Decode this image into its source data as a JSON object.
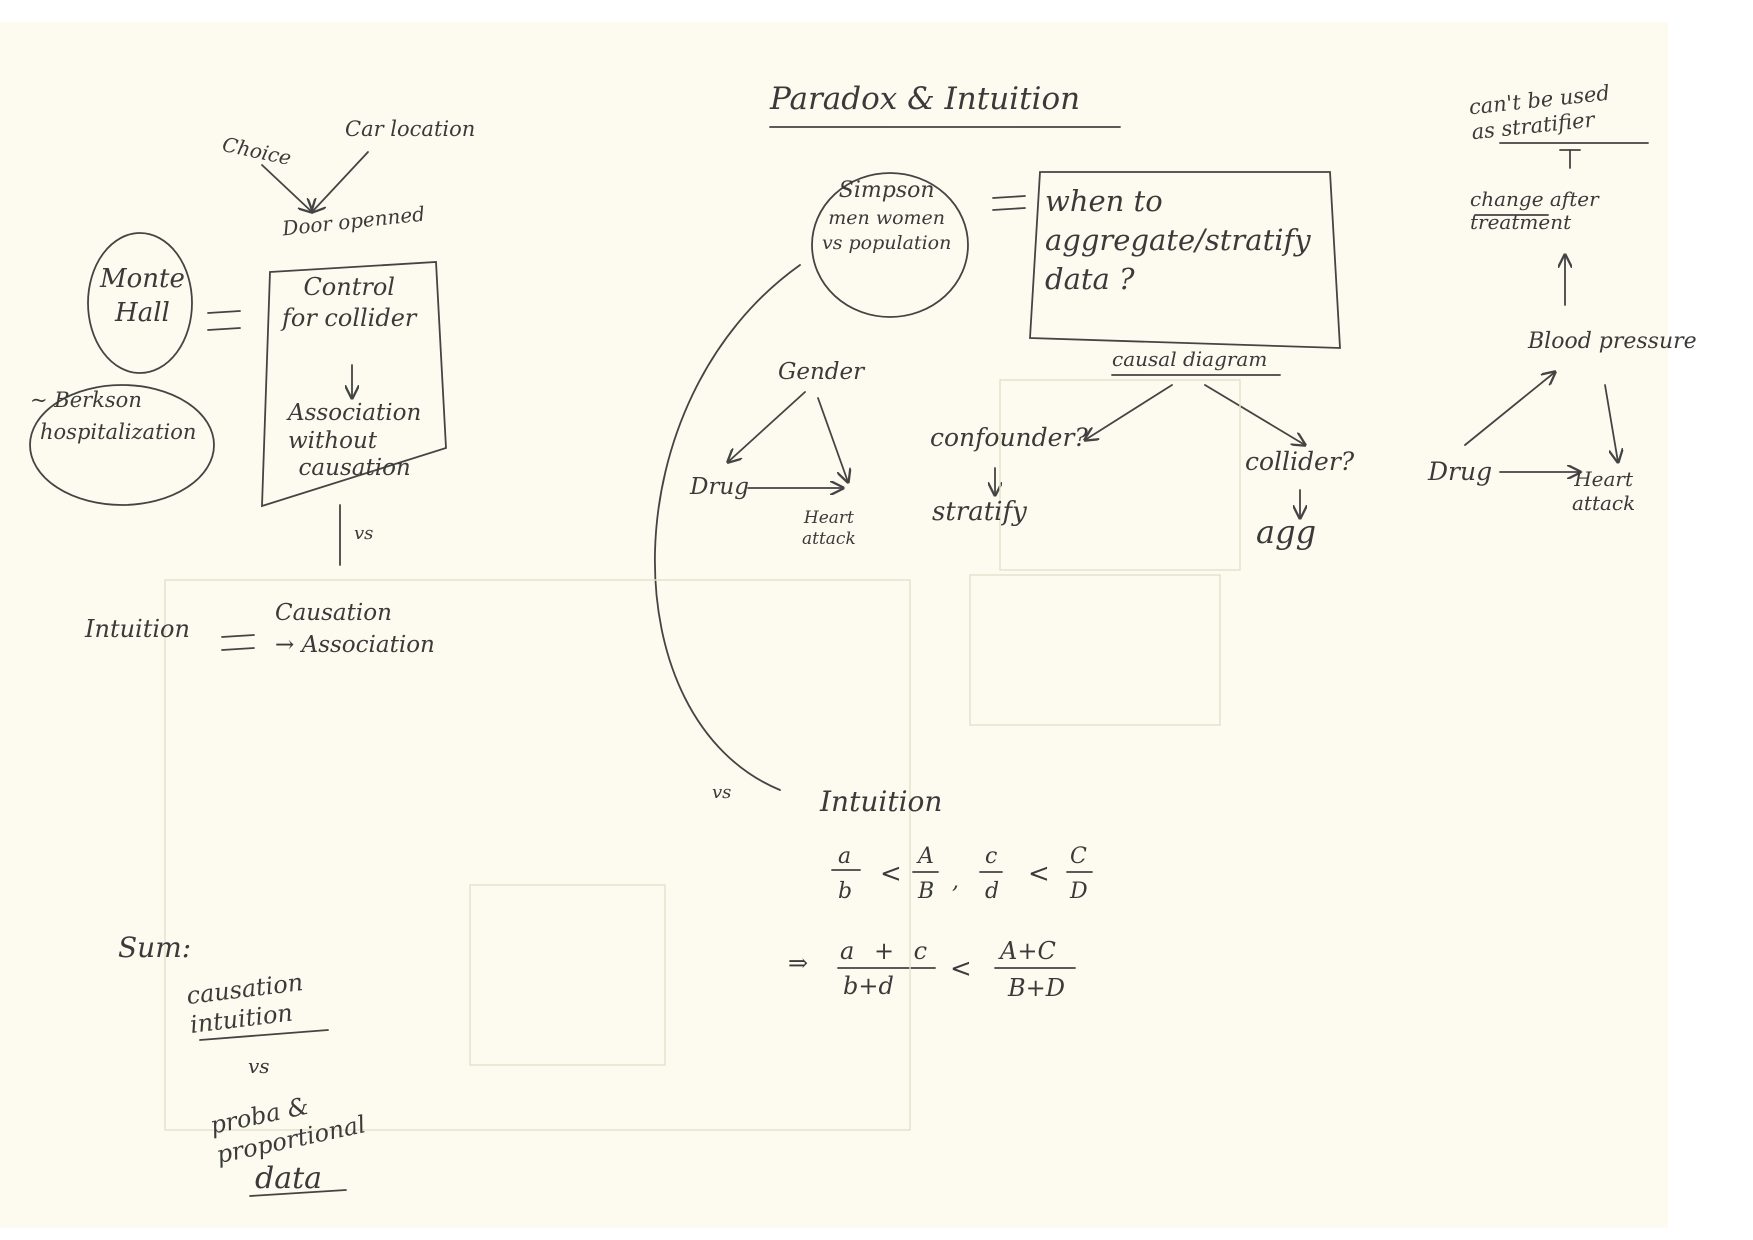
{
  "title": "Paradox & Intuition",
  "monty": {
    "choice": "Choice",
    "car_location": "Car location",
    "door_opened": "Door openned",
    "monte": "Monte",
    "hall": "Hall",
    "berkson": "~ Berkson",
    "hospitalization": "hospitalization",
    "control": "Control",
    "for_collider": "for collider",
    "association": "Association",
    "without": "without",
    "causation": "causation",
    "vs": "vs",
    "intuition": "Intuition",
    "causation2": "Causation",
    "arrow_association": "→ Association"
  },
  "simpson": {
    "simpson": "Simpson",
    "men_women": "men women",
    "vs_population": "vs population",
    "when_to": "when to",
    "aggregate": "aggregate/stratify",
    "data": "data ?",
    "causal_diagram": "causal diagram",
    "confounder": "confounder?",
    "stratify": "stratify",
    "collider": "collider?",
    "agg": "agg"
  },
  "dag1": {
    "gender": "Gender",
    "drug": "Drug",
    "heart": "Heart",
    "attack": "attack"
  },
  "dag2": {
    "blood_pressure": "Blood pressure",
    "drug": "Drug",
    "heart": "Heart",
    "attack": "attack",
    "change_after": "change after",
    "treatment": "treatment",
    "cant_be_used": "can't be used",
    "as_stratifier": "as stratifier"
  },
  "intuition": {
    "vs": "vs",
    "title": "Intuition",
    "frac1_num": "a",
    "frac1_den": "b",
    "frac2_num": "A",
    "frac2_den": "B",
    "comma": ",",
    "frac3_num": "c",
    "frac3_den": "d",
    "frac4_num": "C",
    "frac4_den": "D",
    "less_than": "<",
    "implies": "⇒",
    "sum_num_lower": "a + c",
    "sum_den_lower": "b+d",
    "sum_num_upper": "A+C",
    "sum_den_upper": "B+D"
  },
  "summary": {
    "sum": "Sum:",
    "causation": "causation",
    "intuition": "intuition",
    "vs": "vs",
    "proba": "proba &",
    "proportional": "proportional",
    "data": "data"
  }
}
